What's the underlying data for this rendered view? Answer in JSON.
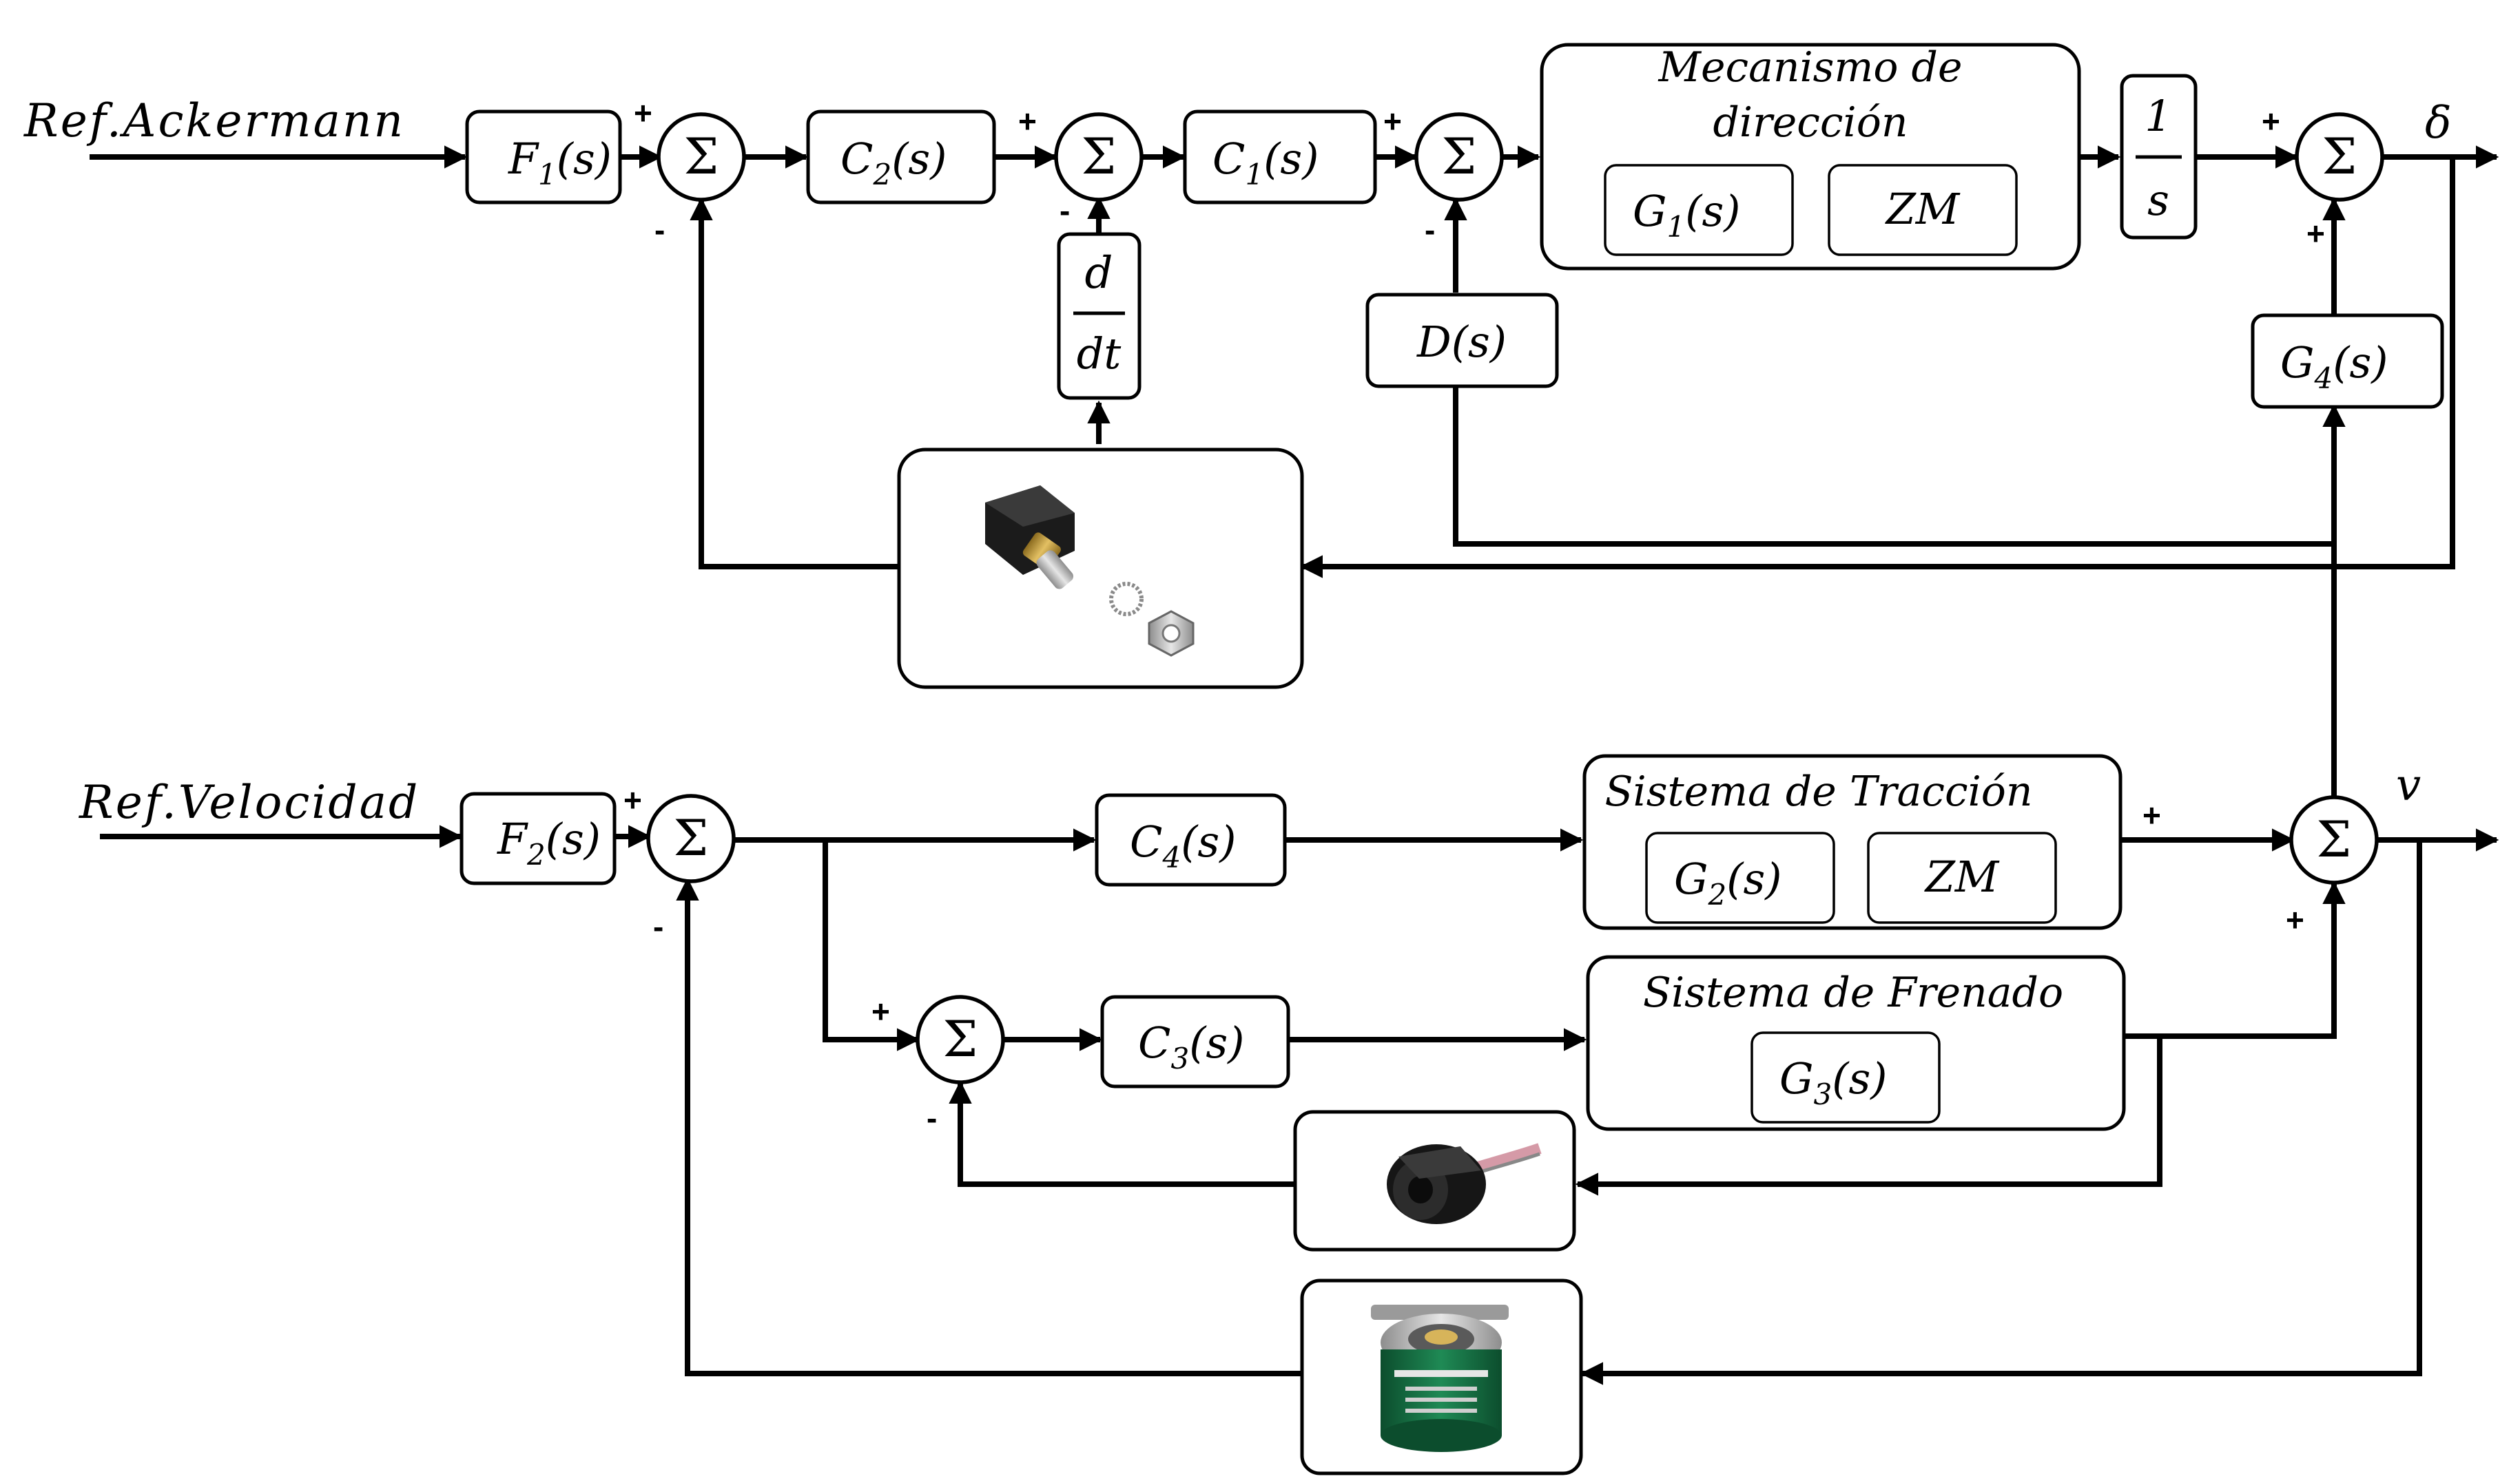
{
  "inputs": {
    "ref_ackermann": "Ref.Ackermann",
    "ref_velocidad": "Ref.Velocidad"
  },
  "outputs": {
    "delta": "δ",
    "v": "v"
  },
  "blocks": {
    "F1": "F",
    "F1_sub": "1",
    "F2": "F",
    "F2_sub": "2",
    "C1": "C",
    "C1_sub": "1",
    "C2": "C",
    "C2_sub": "2",
    "C3": "C",
    "C3_sub": "3",
    "C4": "C",
    "C4_sub": "4",
    "G1": "G",
    "G1_sub": "1",
    "G2": "G",
    "G2_sub": "2",
    "G3": "G",
    "G3_sub": "3",
    "G4": "G",
    "G4_sub": "4",
    "arg": "(s)",
    "D": "D(s)",
    "ZM": "ZM",
    "deriv_num": "d",
    "deriv_den": "dt",
    "integ_num": "1",
    "integ_den": "s"
  },
  "subsystems": {
    "steering_line1": "Mecanismo de",
    "steering_line2": "dirección",
    "traction": "Sistema de Tracción",
    "braking": "Sistema de Frenado"
  },
  "symbols": {
    "sigma": "Σ",
    "plus": "+",
    "minus": "-"
  },
  "sensors": [
    {
      "name": "potentiometer",
      "icon": "potentiometer-icon"
    },
    {
      "name": "motor encoder",
      "icon": "motor-encoder-icon"
    },
    {
      "name": "rotary encoder",
      "icon": "rotary-encoder-icon"
    }
  ]
}
